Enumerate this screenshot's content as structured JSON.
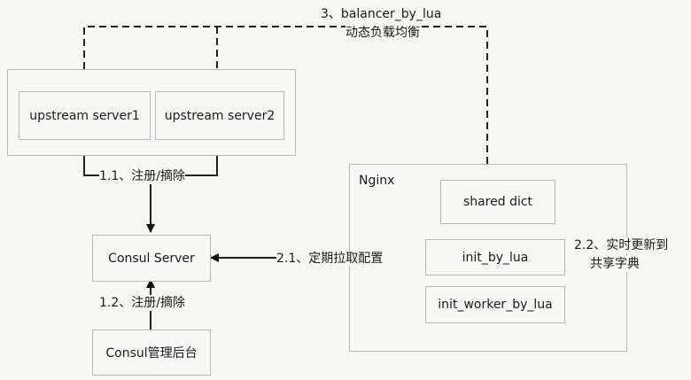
{
  "nodes": {
    "upstream1": "upstream server1",
    "upstream2": "upstream server2",
    "consul_server": "Consul Server",
    "consul_admin": "Consul管理后台",
    "nginx": "Nginx",
    "shared_dict": "shared dict",
    "init_by_lua": "init_by_lua",
    "init_worker_by_lua": "init_worker_by_lua"
  },
  "edges": {
    "balancer_line1": "3、balancer_by_lua",
    "balancer_line2": "动态负载均衡",
    "register_upstream": "1.1、注册/摘除",
    "register_admin": "1.2、注册/摘除",
    "pull_config": "2.1、定期拉取配置",
    "update_line1": "2.2、实时更新到",
    "update_line2": "共享字典"
  }
}
